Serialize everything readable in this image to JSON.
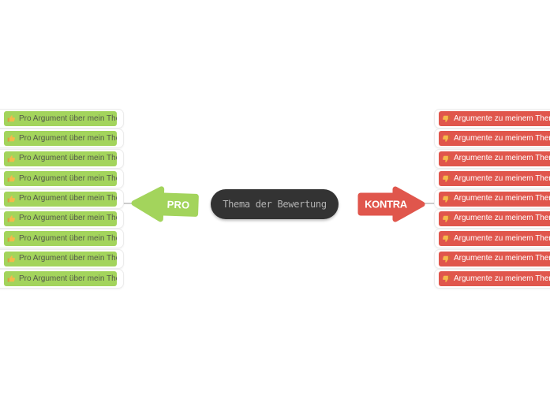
{
  "background_color": "#ffffff",
  "connector_color": "#cccccc",
  "root_node": {
    "label": "Thema der Bewertung",
    "bg_color": "#333333",
    "text_color": "#b4b4b4"
  },
  "pro_branch": {
    "label": "PRO",
    "arrow_color": "#a3d45c",
    "icon": "thumbs-up-icon",
    "item_bg_color": "#a3d45c",
    "item_text_color": "#54584a",
    "items": [
      "Pro Argument über mein Thema",
      "Pro Argument über mein Thema",
      "Pro Argument über mein Thema",
      "Pro Argument über mein Thema",
      "Pro Argument über mein Thema",
      "Pro Argument über mein Thema",
      "Pro Argument über mein Thema",
      "Pro Argument über mein Thema",
      "Pro Argument über mein Thema"
    ]
  },
  "kontra_branch": {
    "label": "KONTRA",
    "arrow_color": "#e0564c",
    "icon": "thumbs-down-icon",
    "item_bg_color": "#e0564c",
    "item_text_color": "#ffffff",
    "items": [
      "Argumente zu meinem Thema",
      "Argumente zu meinem Thema",
      "Argumente zu meinem Thema",
      "Argumente zu meinem Thema",
      "Argumente zu meinem Thema",
      "Argumente zu meinem Thema",
      "Argumente zu meinem Thema",
      "Argumente zu meinem Thema",
      "Argumente zu meinem Thema"
    ]
  }
}
